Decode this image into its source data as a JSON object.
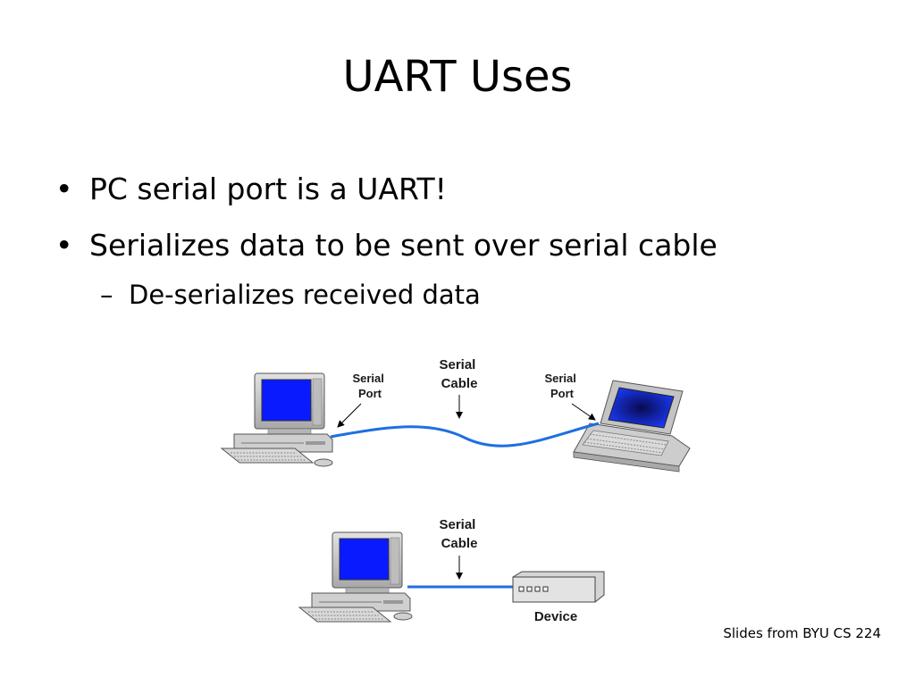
{
  "slide": {
    "title": "UART Uses",
    "bullets": [
      "PC serial port is a UART!",
      "Serializes data to be sent over serial cable"
    ],
    "sub_bullets": [
      "De-serializes received data"
    ],
    "bullet_glyph": "•",
    "sub_bullet_glyph": "–"
  },
  "diagram": {
    "top": {
      "label_serial_port_left": [
        "Serial",
        "Port"
      ],
      "label_serial_cable": [
        "Serial",
        "Cable"
      ],
      "label_serial_port_right": [
        "Serial",
        "Port"
      ]
    },
    "bottom": {
      "label_serial_cable": [
        "Serial",
        "Cable"
      ],
      "label_device": "Device"
    },
    "colors": {
      "cable": "#1f6fe0",
      "screen": "#0a1aff",
      "case": "#c9c9c9"
    },
    "icons": [
      "desktop-pc-icon",
      "laptop-icon",
      "device-box-icon"
    ]
  },
  "footer": {
    "credit": "Slides from BYU CS 224"
  }
}
